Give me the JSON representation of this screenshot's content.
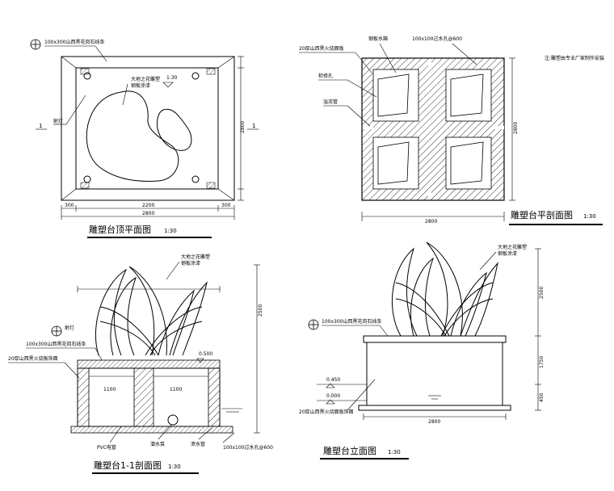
{
  "plan_top": {
    "title": "雕塑台顶平面图",
    "scale": "1:30",
    "callout_edge": "100x300山西黑花岗石线条",
    "callout_lamp": "射灯",
    "callout_sculpture_1": "大地之花雕塑",
    "callout_sculpture_2": "钢板涂漆",
    "section_mark_left": "1",
    "section_mark_right": "1",
    "section_scale": "1:30",
    "dim_right": "2800",
    "dims_bottom": [
      "300",
      "2200",
      "300"
    ],
    "dim_bottom_total": "2800"
  },
  "plan_section": {
    "title": "雕塑台平剖面图",
    "scale": "1:30",
    "note": "注:雕塑由专业厂家制作安装",
    "callout_1": "20厚山西黑火烧面板",
    "callout_2": "钢板水箱",
    "callout_3": "100x100过水孔@600",
    "callout_4": "检修孔",
    "callout_5": "溢流管",
    "dim_right": "2800",
    "dim_bottom_total": "2800"
  },
  "section_1_1": {
    "title": "雕塑台1-1剖面图",
    "scale": "1:30",
    "callout_top_1": "大地之花雕塑",
    "callout_top_2": "钢板涂漆",
    "callout_edge": "100x300山西黑花岗石线条",
    "callout_lamp": "射灯",
    "callout_cladding": "20厚山西黑火烧板饰面",
    "callout_pipe": "PVC电管",
    "callout_pump": "潜水泵",
    "callout_drain": "泄水管",
    "callout_holes": "100x100过水孔@600",
    "dim_height": "2500",
    "dims_body": [
      "1100",
      "1100"
    ],
    "level_mark": "0.500"
  },
  "elevation": {
    "title": "雕塑台立面图",
    "scale": "1:30",
    "callout_top_1": "大地之花雕塑",
    "callout_top_2": "钢板涂漆",
    "callout_edge": "100x300山西黑花岗石线条",
    "callout_cladding": "20厚山西黑火烧面板饰面",
    "dim_upper": "2500",
    "dim_lower": "1750",
    "dim_lower_2": "450",
    "level_1": "0.450",
    "level_2": "0.000",
    "dim_bottom": "2800"
  }
}
